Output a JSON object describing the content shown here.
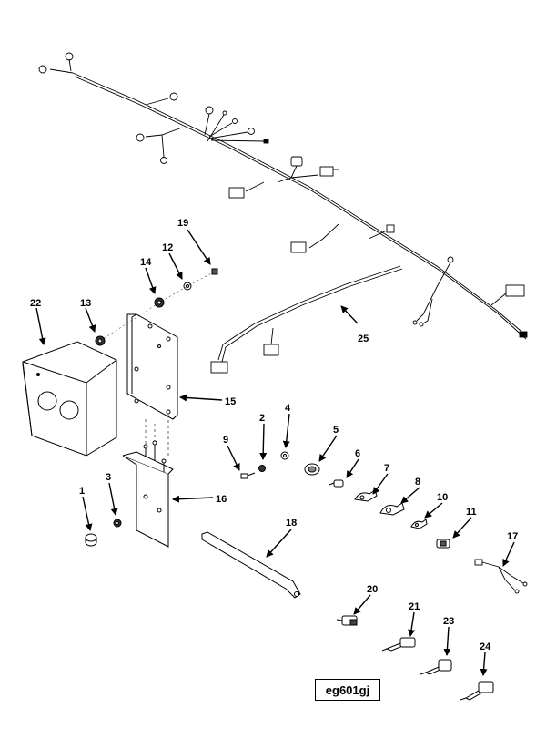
{
  "figure_id": "eg601gj",
  "callouts": {
    "c1": "1",
    "c2": "2",
    "c3": "3",
    "c4": "4",
    "c5": "5",
    "c6": "6",
    "c7": "7",
    "c8": "8",
    "c9": "9",
    "c10": "10",
    "c11": "11",
    "c12": "12",
    "c13": "13",
    "c14": "14",
    "c15": "15",
    "c16": "16",
    "c17": "17",
    "c18": "18",
    "c19": "19",
    "c20": "20",
    "c21": "21",
    "c22": "22",
    "c23": "23",
    "c24": "24",
    "c25": "25"
  }
}
